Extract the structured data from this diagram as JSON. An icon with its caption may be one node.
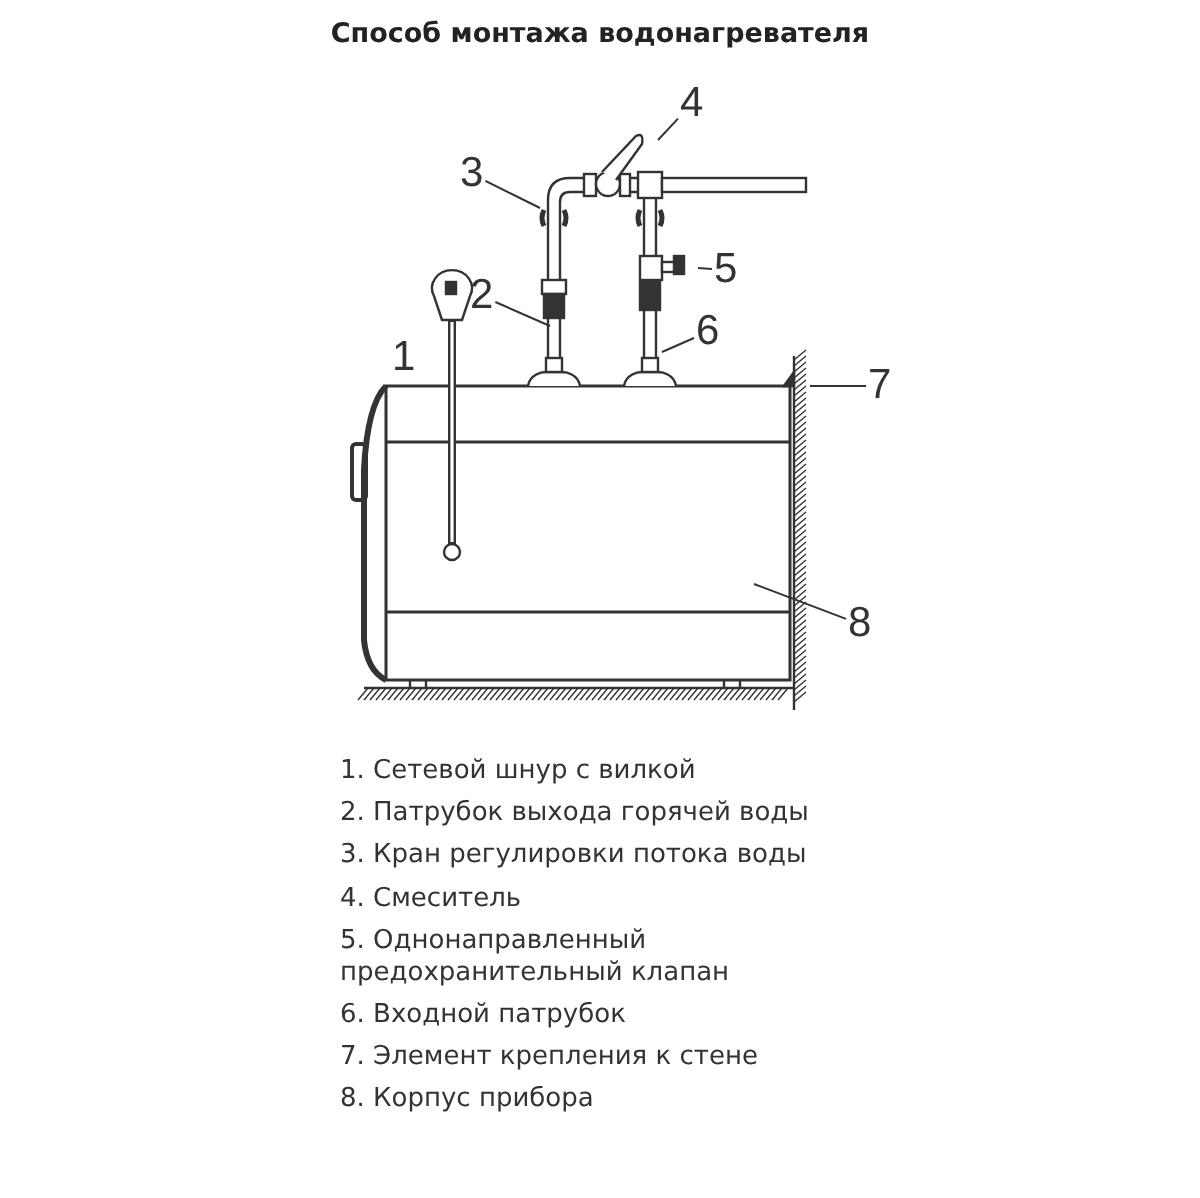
{
  "diagram": {
    "title": "Способ монтажа водонагревателя",
    "nodes": [
      {
        "text": [
          "2"
        ]
      },
      {
        "text": [
          "3"
        ]
      },
      {
        "text": [
          "4"
        ]
      },
      {
        "text": [
          "5"
        ]
      },
      {
        "text": [
          "6"
        ]
      },
      {
        "text": [
          "7"
        ]
      },
      {
        "text": [
          "8"
        ]
      }
    ],
    "edges": [
      {
        "from": 0,
        "to": null,
        "arrow": "none"
      },
      {
        "from": 1,
        "to": null,
        "arrow": "none"
      },
      {
        "from": 2,
        "to": null,
        "arrow": "none"
      },
      {
        "from": 3,
        "to": null,
        "arrow": "none"
      },
      {
        "from": 4,
        "to": null,
        "arrow": "none"
      },
      {
        "from": 5,
        "to": null,
        "arrow": "none"
      },
      {
        "from": 6,
        "to": null,
        "arrow": "none"
      }
    ],
    "labels": [
      "1",
      "1. Сетевой шнур с вилкой",
      "2. Патрубок выхода горячей воды",
      "3. Кран регулировки потока воды",
      "4. Смеситель",
      "5. Однонаправленный предохранительный клапан",
      "6. Входной патрубок",
      "7. Элемент крепления к стене",
      "8. Корпус прибора"
    ]
  }
}
